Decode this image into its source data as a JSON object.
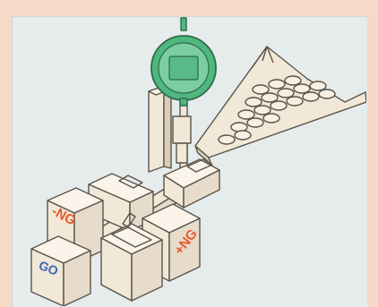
{
  "labels": {
    "go": "GO",
    "ng_minus": "-NG",
    "ng_plus": "+NG"
  },
  "colors": {
    "background": "#f7d9c9",
    "panel": "#e6ecec",
    "box": "#f2e8d8",
    "outline": "#5a544a",
    "dial": "#4fb77f",
    "ng_text": "#e8572b",
    "go_text": "#3b64b6"
  }
}
